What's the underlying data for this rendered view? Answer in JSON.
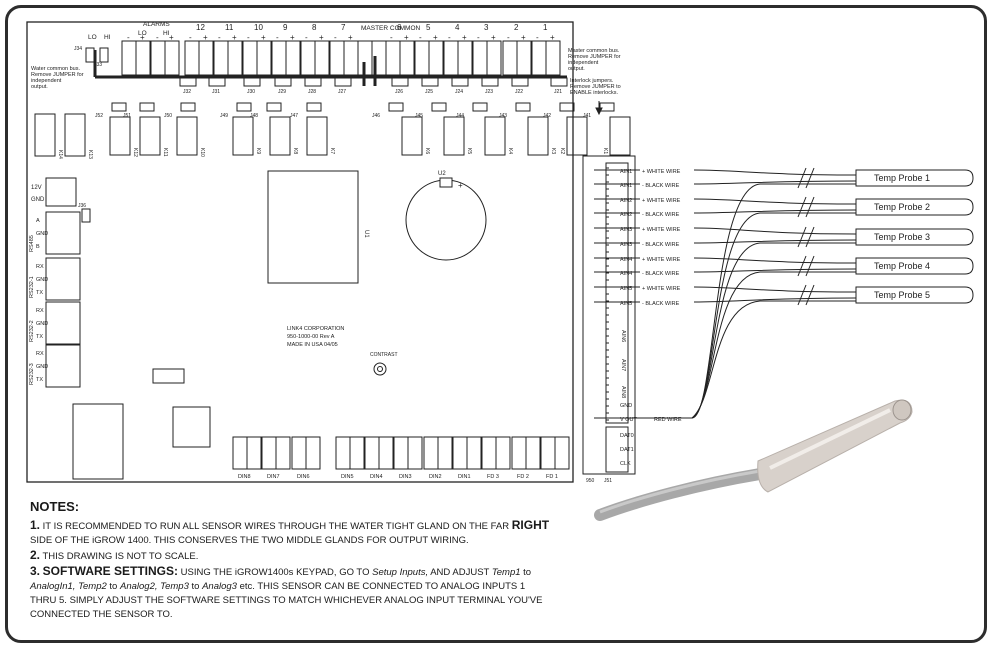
{
  "board": {
    "alarms": "ALARMS",
    "lo": "LO",
    "hi": "HI",
    "relay_numbers": [
      "12",
      "11",
      "10",
      "9",
      "8",
      "7",
      "6",
      "5",
      "4",
      "3",
      "2",
      "1"
    ],
    "master_common": "MASTER COMMON",
    "bus_left_note": "Water common bus. Remove JUMPER for independent output.",
    "bus_right_note": "Master common bus. Remove JUMPER for independent output.",
    "interlock_note": "Interlock jumpers. Remove JUMPER to ENABLE interlocks.",
    "jumpers_top": [
      "J32",
      "J31",
      "J30",
      "J29",
      "J28",
      "J27",
      "J26",
      "J25",
      "J24",
      "J23",
      "J22",
      "J21"
    ],
    "j34": "J34",
    "j33": "J33",
    "jumpers_mid": [
      "J52",
      "J51",
      "J50",
      "J49",
      "J48",
      "J47",
      "J46",
      "J45",
      "J44",
      "J43",
      "J42",
      "J41"
    ],
    "k_labels": [
      "K14",
      "K13",
      "K12",
      "K11",
      "K10",
      "K9",
      "K8",
      "K7",
      "K6",
      "K5",
      "K4",
      "K3",
      "K2",
      "K1"
    ],
    "k_left": [
      "K14",
      "K13"
    ],
    "k_row": [
      "K12",
      "K11",
      "K10",
      "K9",
      "K8",
      "K7"
    ],
    "k_right": [
      "K6",
      "K5",
      "K4",
      "K3",
      "K2",
      "K1"
    ],
    "u1": "U1",
    "u2": "U2",
    "j36": "J36",
    "left_pins": {
      "v12": "12V",
      "gnd": "GND",
      "rs485": "RS485",
      "a": "A",
      "b": "B",
      "rs232_1": "RS232-1",
      "rs232_2": "RS232-2",
      "rs232_3": "RS232-3",
      "rx": "RX",
      "tx": "TX"
    },
    "maker": [
      "LINK4 CORPORATION",
      "950-1000-00 Rev A",
      "MADE IN USA    04/05"
    ],
    "contrast": "CONTRAST",
    "din_labels": [
      "DIN8",
      "DIN7",
      "DIN6",
      "DIN5",
      "DIN4",
      "DIN3",
      "DIN2",
      "DIN1",
      "FD 3",
      "FD 2",
      "FD 1"
    ],
    "j30": "J30",
    "right_block": {
      "ain_labels": [
        "AIN1",
        "AIN1",
        "AIN2",
        "AIN2",
        "AIN3",
        "AIN3",
        "AIN4",
        "AIN4",
        "AIN5",
        "AIN5"
      ],
      "wire_labels": [
        "+  WHITE WIRE",
        "-  BLACK WIRE",
        "+  WHITE WIRE",
        "-  BLACK WIRE",
        "+  WHITE WIRE",
        "-  BLACK WIRE",
        "+  WHITE WIRE",
        "-  BLACK WIRE",
        "+  WHITE WIRE",
        "-  BLACK WIRE"
      ],
      "ain6": "AIN6",
      "ain7": "AIN7",
      "ain8": "AIN8",
      "gnd": "GND",
      "vout": "V OUT",
      "red_wire": "RED WIRE",
      "dat0": "DAT0",
      "dat1": "DAT1",
      "clk": "CLK",
      "j50": "950",
      "j51": "J51"
    }
  },
  "probes": [
    "Temp Probe 1",
    "Temp Probe 2",
    "Temp Probe 3",
    "Temp Probe 4",
    "Temp Probe 5"
  ],
  "notes": {
    "title": "NOTES:",
    "n1_num": "1.",
    "n1_a": "IT IS RECOMMENDED TO RUN ALL SENSOR WIRES THROUGH THE WATER TIGHT GLAND ON THE FAR",
    "n1_right": "RIGHT",
    "n1_b": "SIDE OF THE iGROW 1400.   THIS CONSERVES THE TWO MIDDLE GLANDS FOR OUTPUT WIRING.",
    "n2_num": "2.",
    "n2": "THIS DRAWING IS NOT TO SCALE.",
    "n3_num": "3.",
    "n3_head": "SOFTWARE SETTINGS:",
    "n3_a": "USING THE iGROW1400s KEYPAD, GO TO",
    "n3_setup": "Setup Inputs,",
    "n3_b": "AND ADJUST",
    "n3_t1": "Temp1",
    "n3_to1": "to",
    "n3_a1": "AnalogIn1,",
    "n3_t2": "Temp2",
    "n3_to2": "to",
    "n3_a2": "Analog2,",
    "n3_t3": "Temp3",
    "n3_to3": "to",
    "n3_a3": "Analog3",
    "n3_c": "etc.  THIS SENSOR CAN BE CONNECTED TO ANALOG INPUTS 1 THRU 5.  SIMPLY ADJUST THE SOFTWARE SETTINGS TO MATCH WHICHEVER ANALOG INPUT TERMINAL YOU'VE CONNECTED THE SENSOR TO."
  },
  "colors": {
    "line": "#222222",
    "frame": "#2d2d2d",
    "probe_metal": "#d9d2cc",
    "cable": "#9a9a9a"
  }
}
